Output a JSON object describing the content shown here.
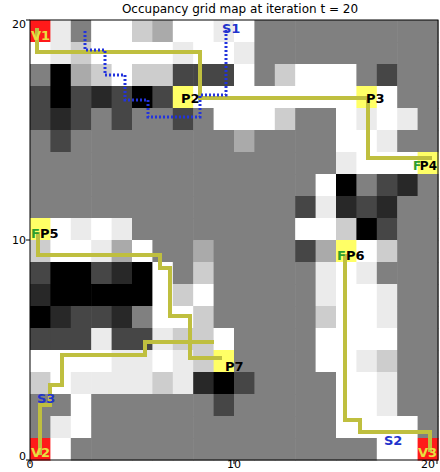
{
  "diagram": {
    "title": "Occupancy grid map at iteration t = 20",
    "labels": [
      "V1",
      "P2",
      "P3",
      "F",
      "P4",
      "F",
      "P5",
      "F",
      "P6",
      "P7",
      "V2",
      "V3",
      "S1",
      "S2",
      "S3",
      "0",
      "10",
      "20",
      "0",
      "10",
      "20"
    ]
  }
}
